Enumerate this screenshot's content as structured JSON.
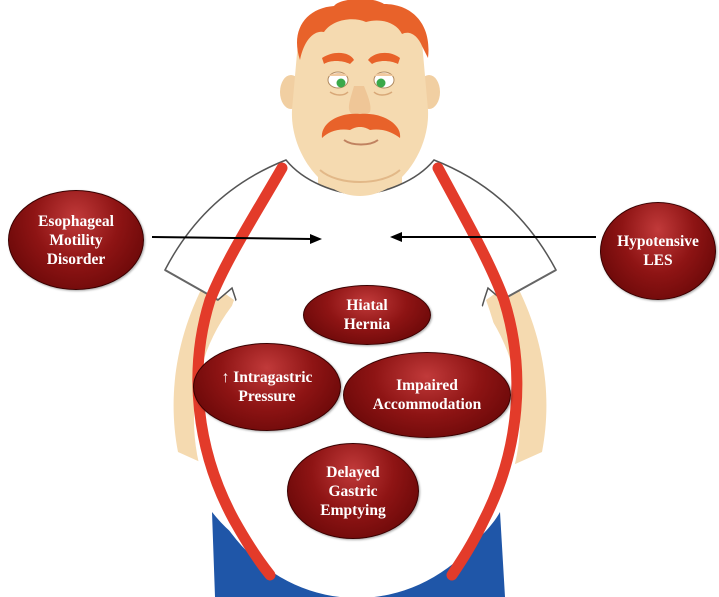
{
  "labels": {
    "esophageal": [
      "Esophageal",
      "Motility",
      "Disorder"
    ],
    "hypotensive": [
      "Hypotensive",
      "LES"
    ],
    "hiatal": [
      "Hiatal",
      "Hernia"
    ],
    "intragastric": [
      "↑ Intragastric",
      "Pressure"
    ],
    "impaired": [
      "Impaired",
      "Accommodation"
    ],
    "delayed": [
      "Delayed",
      "Gastric",
      "Emptying"
    ]
  },
  "colors": {
    "label_fill": "#8e1414",
    "hair": "#e8622a",
    "skin": "#f5dab0",
    "suspenders": "#e33b2a",
    "pants": "#1f56a8",
    "shirt": "#ffffff",
    "arrow": "#000000"
  }
}
